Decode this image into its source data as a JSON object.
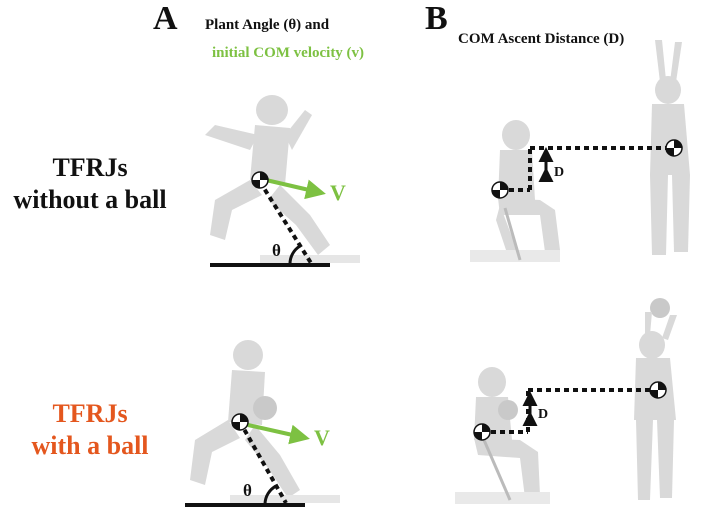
{
  "panel_a": {
    "letter": "A",
    "title_line1": "Plant Angle (θ) and",
    "title_line2": "initial COM velocity (v)"
  },
  "panel_b": {
    "letter": "B",
    "title": "COM Ascent Distance (D)"
  },
  "rows": {
    "without_ball": {
      "line1": "TFRJs",
      "line2": "without a ball"
    },
    "with_ball": {
      "line1": "TFRJs",
      "line2": "with a ball"
    }
  },
  "symbols": {
    "velocity": "V",
    "angle": "θ",
    "distance": "D"
  },
  "colors": {
    "velocity_green": "#7dc142",
    "row_orange": "#e4571e",
    "black": "#111111",
    "figure_gray": "#d6d6d6"
  }
}
